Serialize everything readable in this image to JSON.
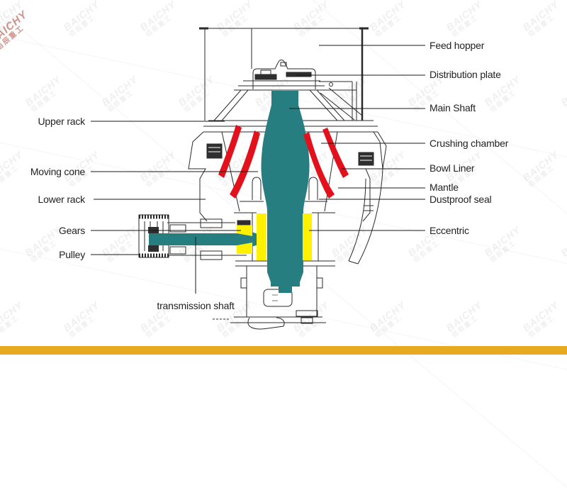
{
  "labels": {
    "right": [
      "Feed hopper",
      "Distribution plate",
      "Main Shaft",
      "Crushing chamber",
      "Bowl Liner",
      "Mantle",
      "Dustproof seal",
      "Eccentric"
    ],
    "left": [
      "Upper rack",
      "Moving cone",
      "Lower rack",
      "Gears",
      "Pulley"
    ],
    "bottom": "transmission shaft"
  },
  "watermark": {
    "brand": "BAICHY",
    "company_cn": "佰辰重工"
  },
  "colors": {
    "main_shaft_teal": "#277E81",
    "liner_red": "#E3111B",
    "bushing_yellow": "#FFF100",
    "footer_bar_gold": "#E6A91F",
    "line_dark": "#2a2a2a",
    "bolt_dark": "#2f2f2f"
  }
}
